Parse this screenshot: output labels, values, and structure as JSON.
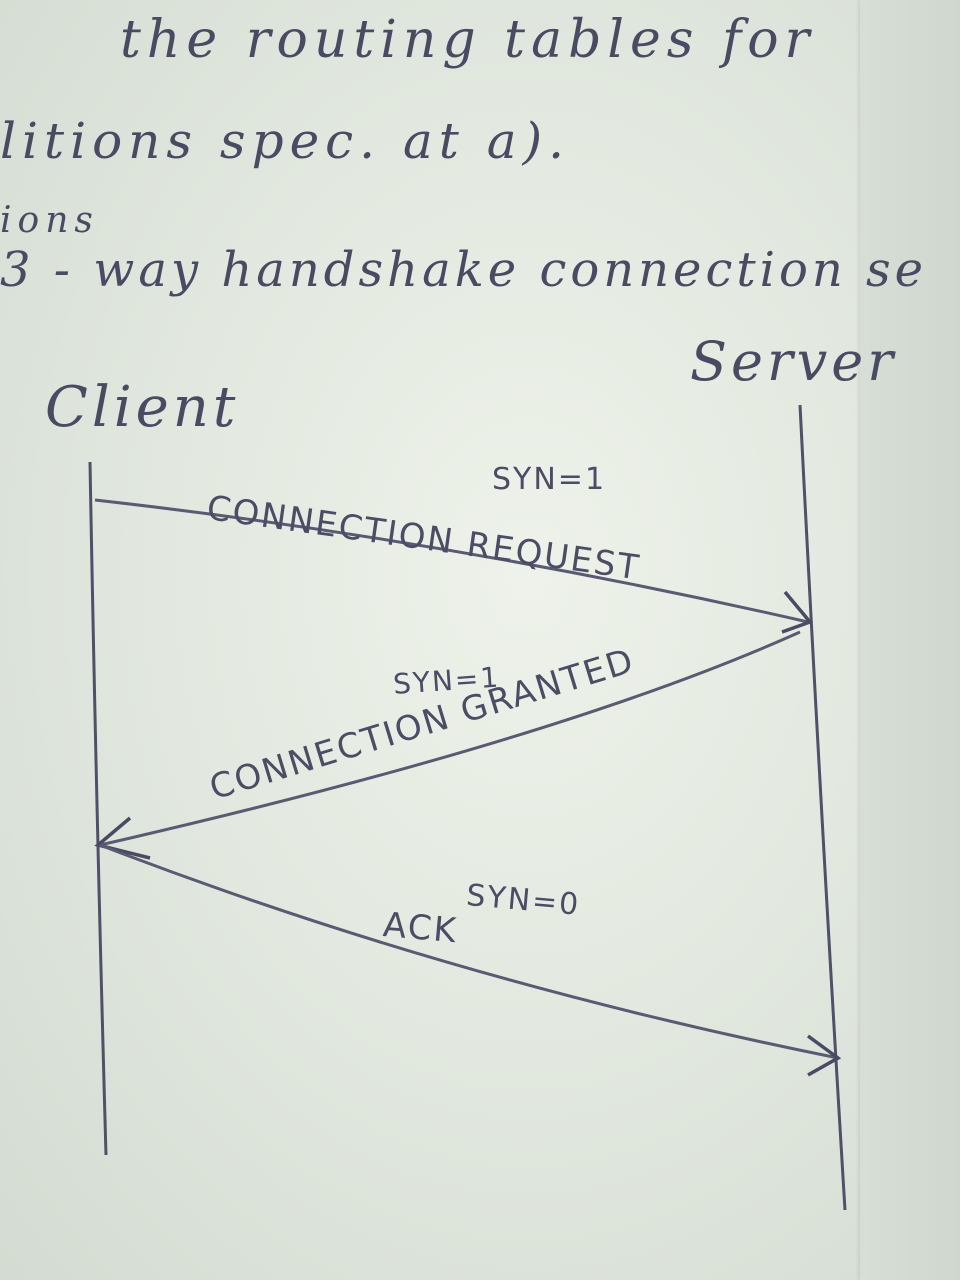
{
  "notes": {
    "line1": "the  routing  tables  for",
    "line2": "litions   spec.  at   a).",
    "line3": "ions",
    "line4": "3 - way  handshake  connection   se"
  },
  "diagram": {
    "client_label": "Client",
    "server_label": "Server",
    "messages": [
      {
        "flag": "SYN=1",
        "label": "CONNECTION REQUEST",
        "direction": "client-to-server"
      },
      {
        "flag": "SYN=1",
        "label": "CONNECTION GRANTED",
        "direction": "server-to-client"
      },
      {
        "flag": "SYN=0",
        "label": "ACK",
        "direction": "client-to-server"
      }
    ]
  },
  "colors": {
    "ink": "#4a4a62",
    "paper": "#e8ede5"
  }
}
